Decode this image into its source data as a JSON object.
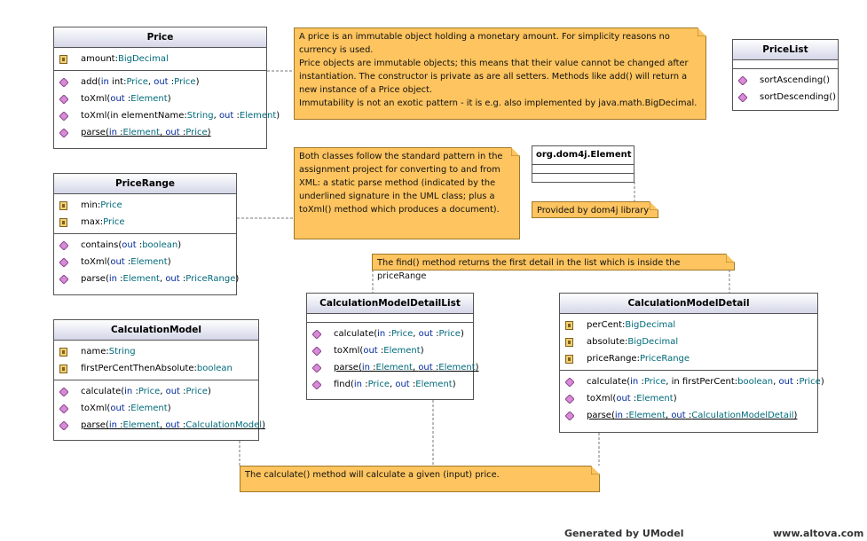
{
  "price": {
    "title": "Price",
    "attributes": [
      {
        "name": "amount",
        "type": "BigDecimal"
      }
    ],
    "operations": {
      "add": {
        "name": "add",
        "kw1": "in",
        "p1": "int:",
        "t1": "Price",
        "kw2": "out",
        "t2": "Price"
      },
      "toXml1": {
        "name": "toXml",
        "kw": "out",
        "t": "Element"
      },
      "toXml2": {
        "name": "toXml",
        "p1": "in elementName:",
        "t1": "String",
        "kw2": "out",
        "t2": "Element"
      },
      "parse": {
        "name": "parse",
        "kw1": "in",
        "t1": "Element",
        "kw2": "out",
        "t2": "Price"
      }
    }
  },
  "price_range": {
    "title": "PriceRange",
    "attributes": [
      {
        "name": "min",
        "type": "Price"
      },
      {
        "name": "max",
        "type": "Price"
      }
    ],
    "operations": {
      "contains": {
        "name": "contains",
        "kw": "out",
        "t": "boolean"
      },
      "toXml": {
        "name": "toXml",
        "kw": "out",
        "t": "Element"
      },
      "parse": {
        "name": "parse",
        "kw1": "in",
        "t1": "Element",
        "kw2": "out",
        "t2": "PriceRange"
      }
    }
  },
  "calculation_model": {
    "title": "CalculationModel",
    "attributes": [
      {
        "name": "name",
        "type": "String"
      },
      {
        "name": "firstPerCentThenAbsolute",
        "type": "boolean"
      }
    ],
    "operations": {
      "calculate": {
        "name": "calculate",
        "kw1": "in",
        "t1": "Price",
        "kw2": "out",
        "t2": "Price"
      },
      "toXml": {
        "name": "toXml",
        "kw": "out",
        "t": "Element"
      },
      "parse": {
        "name": "parse",
        "kw1": "in",
        "t1": "Element",
        "kw2": "out",
        "t2": "CalculationModel"
      }
    }
  },
  "detail_list": {
    "title": "CalculationModelDetailList",
    "operations": {
      "calculate": {
        "name": "calculate",
        "kw1": "in",
        "t1": "Price",
        "kw2": "out",
        "t2": "Price"
      },
      "toXml": {
        "name": "toXml",
        "kw": "out",
        "t": "Element"
      },
      "parse": {
        "name": "parse",
        "kw1": "in",
        "t1": "Element",
        "kw2": "out",
        "t2": "Element"
      },
      "find": {
        "name": "find",
        "kw1": "in",
        "t1": "Price",
        "kw2": "out",
        "t2": "Element"
      }
    }
  },
  "detail": {
    "title": "CalculationModelDetail",
    "attributes": [
      {
        "name": "perCent",
        "type": "BigDecimal"
      },
      {
        "name": "absolute",
        "type": "BigDecimal"
      },
      {
        "name": "priceRange",
        "type": "PriceRange"
      }
    ],
    "operations": {
      "calculate": {
        "name": "calculate",
        "kw1": "in",
        "t1": "Price",
        "mid": ", in firstPerCent:",
        "t3": "boolean",
        "kw2": "out",
        "t2": "Price"
      },
      "toXml": {
        "name": "toXml",
        "kw": "out",
        "t": "Element"
      },
      "parse": {
        "name": "parse",
        "kw1": "in",
        "t1": "Element",
        "kw2": "out",
        "t2": "CalculationModelDetail"
      }
    }
  },
  "price_list": {
    "title": "PriceList",
    "operations": [
      "sortAscending()",
      "sortDescending()"
    ]
  },
  "dom4j": {
    "title": "org.dom4j.Element"
  },
  "notes": {
    "price": [
      "A price is an immutable object holding a monetary amount. For simplicity reasons no",
      "currency is used.",
      "Price objects are immutable objects; this means that their value cannot be changed after",
      "instantiation. The constructor is private as are all setters. Methods like add() will return a",
      "new instance of a Price object.",
      "Immutability is not an exotic pattern - it is e.g. also implemented by java.math.BigDecimal."
    ],
    "pattern": [
      "Both classes follow the standard pattern in the",
      "assignment project for converting to and from",
      "XML: a static parse method (indicated by the",
      "underlined signature in the UML class; plus a",
      "toXml() method which produces a document)."
    ],
    "dom4j": "Provided by dom4j library",
    "find": "The find() method returns the first detail in the list which is inside the priceRange",
    "calculate": "The calculate() method will calculate a given (input) price."
  },
  "footer": {
    "generated": "Generated by UModel",
    "site": "www.altova.com"
  },
  "colors": {
    "note_fill": "#fdc45f",
    "keyword": "#00279a",
    "type": "#006a7a",
    "operation_icon": "#d98ad9"
  }
}
